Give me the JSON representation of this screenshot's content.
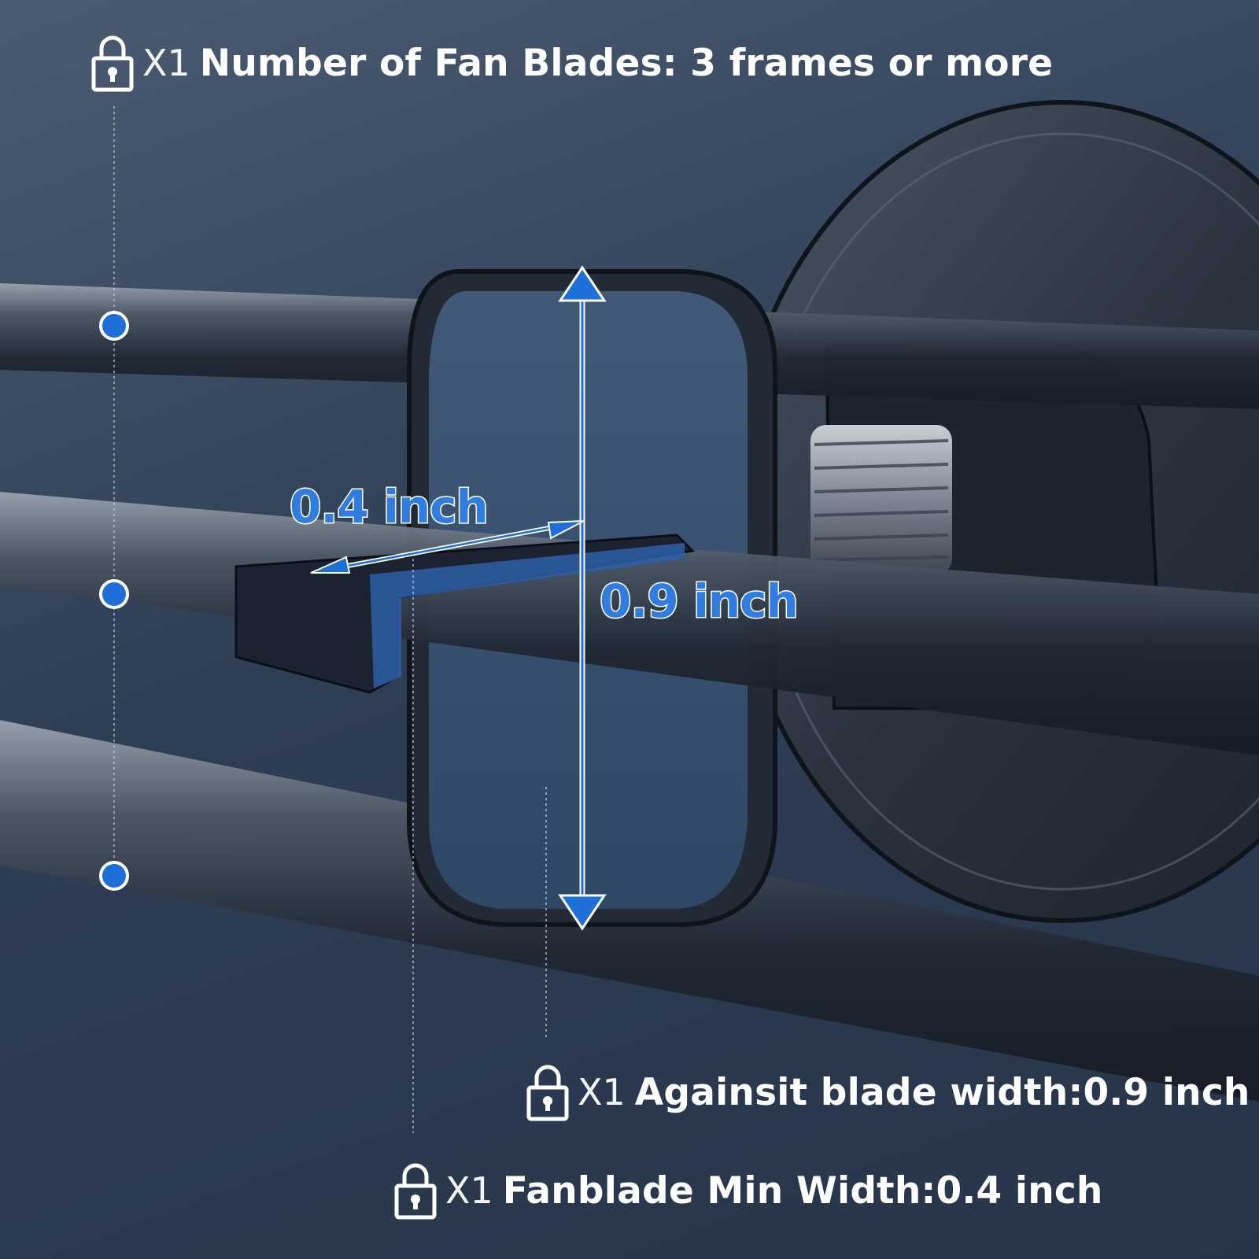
{
  "captions": {
    "top": {
      "qty": "X1",
      "text": "Number of Fan Blades: 3 frames or more"
    },
    "middle": {
      "qty": "X1",
      "text": "Againsit blade width:0.9 inch"
    },
    "bottom": {
      "qty": "X1",
      "text": "Fanblade Min Width:0.4 inch"
    }
  },
  "dimensions": {
    "width_label": "0.4 inch",
    "height_label": "0.9 inch"
  },
  "icons": {
    "caption": "lock-icon",
    "marker": "blade-marker-dot"
  },
  "colors": {
    "accent": "#1f6fd8",
    "text": "#ffffff",
    "background": "#2e3e55"
  }
}
